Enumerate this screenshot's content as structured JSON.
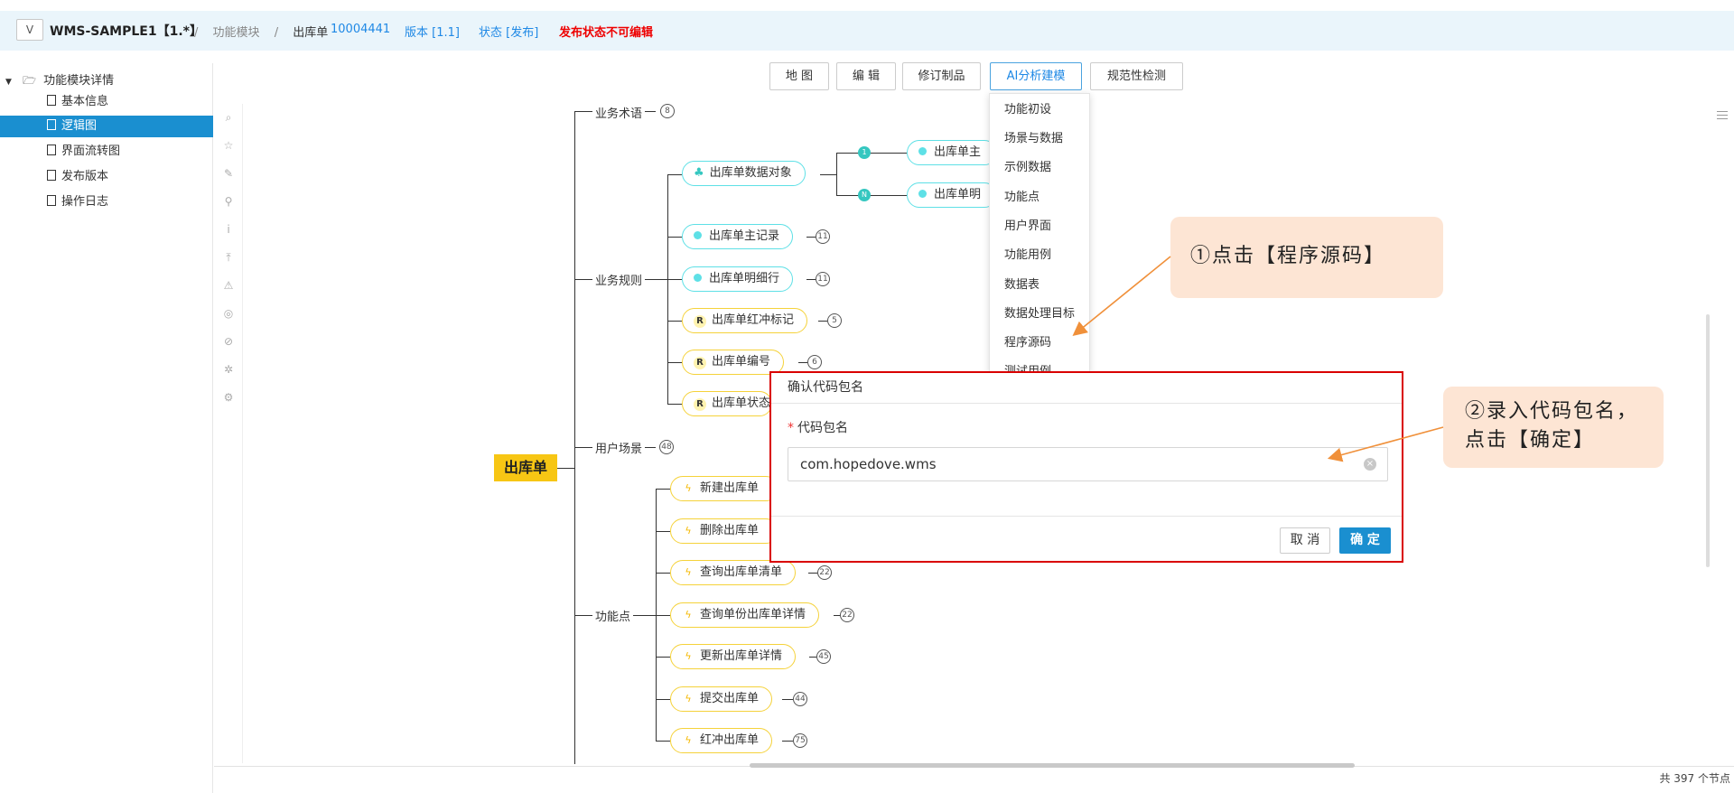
{
  "header": {
    "toggle_icon": "V",
    "app_title": "WMS-SAMPLE1【1.*】",
    "crumb_separator": "/",
    "crumb_module": "功能模块",
    "crumb_current": "出库单",
    "id": "10004441",
    "version": "版本 [1.1]",
    "status": "状态 [发布]",
    "warning": "发布状态不可编辑"
  },
  "sidebar": {
    "root_label": "功能模块详情",
    "items": [
      {
        "label": "基本信息"
      },
      {
        "label": "逻辑图"
      },
      {
        "label": "界面流转图"
      },
      {
        "label": "发布版本"
      },
      {
        "label": "操作日志"
      }
    ]
  },
  "toolbar": {
    "buttons": [
      "地 图",
      "编 辑",
      "修订制品",
      "AI分析建模",
      "规范性检测"
    ]
  },
  "dropdown": {
    "items": [
      "功能初设",
      "场景与数据",
      "示例数据",
      "功能点",
      "用户界面",
      "功能用例",
      "数据表",
      "数据处理目标",
      "程序源码",
      "测试用例"
    ]
  },
  "mindmap": {
    "root": "出库单",
    "branches": {
      "terms": {
        "label": "业务术语",
        "count": "8"
      },
      "rules": {
        "label": "业务规则"
      },
      "scenes": {
        "label": "用户场景",
        "count": "48"
      },
      "features": {
        "label": "功能点"
      }
    },
    "rule_nodes": [
      {
        "label": "出库单数据对象"
      },
      {
        "label": "出库单主记录",
        "count": "11"
      },
      {
        "label": "出库单明细行",
        "count": "11"
      },
      {
        "label": "出库单红冲标记",
        "count": "5"
      },
      {
        "label": "出库单编号",
        "count": "6"
      },
      {
        "label": "出库单状态"
      }
    ],
    "data_object_children": [
      {
        "badge": "1",
        "label": "出库单主"
      },
      {
        "badge": "N",
        "label": "出库单明"
      }
    ],
    "feature_nodes": [
      {
        "label": "新建出库单"
      },
      {
        "label": "删除出库单"
      },
      {
        "label": "查询出库单清单",
        "count": "22"
      },
      {
        "label": "查询单份出库单详情",
        "count": "22"
      },
      {
        "label": "更新出库单详情",
        "count": "45"
      },
      {
        "label": "提交出库单",
        "count": "44"
      },
      {
        "label": "红冲出库单",
        "count": "75"
      }
    ]
  },
  "callouts": {
    "step1": "①点击【程序源码】",
    "step2_line1": "②录入代码包名，",
    "step2_line2": "点击【确定】"
  },
  "modal": {
    "title": "确认代码包名",
    "required_mark": "*",
    "field_label": "代码包名",
    "field_value": "com.hopedove.wms",
    "cancel_label": "取 消",
    "ok_label": "确 定"
  },
  "footer": {
    "node_count": "共 397 个节点"
  },
  "colors": {
    "accent": "#1a8fd0",
    "warning": "#e00000",
    "callout_bg": "#fde5d4",
    "root_node": "#f7c614",
    "rule_border": "#5ee0e6",
    "feature_border": "#f5d23a",
    "arrow": "#f0903a"
  }
}
